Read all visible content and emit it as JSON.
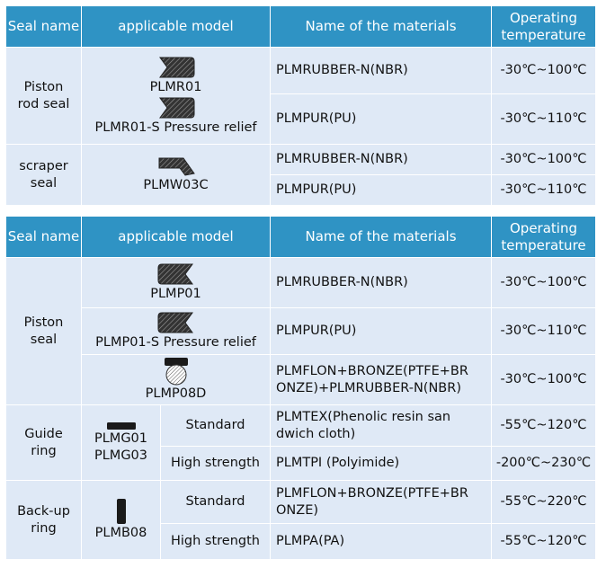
{
  "header": {
    "seal_name": "Seal name",
    "applicable_model": "applicable model",
    "materials": "Name of the materials",
    "temperature_line1": "Operating",
    "temperature_line2": "temperature"
  },
  "table1": {
    "piston_rod_seal": {
      "name_line1": "Piston",
      "name_line2": "rod seal",
      "model1": "PLMR01",
      "model2": "PLMR01-S Pressure relief",
      "rows": [
        {
          "material": "PLMRUBBER-N(NBR)",
          "temperature": "-30℃~100℃"
        },
        {
          "material": "PLMPUR(PU)",
          "temperature": "-30℃~110℃"
        }
      ]
    },
    "scraper_seal": {
      "name_line1": "scraper",
      "name_line2": "seal",
      "model": "PLMW03C",
      "rows": [
        {
          "material": "PLMRUBBER-N(NBR)",
          "temperature": "-30℃~100℃"
        },
        {
          "material": "PLMPUR(PU)",
          "temperature": "-30℃~110℃"
        }
      ]
    }
  },
  "table2": {
    "piston_seal": {
      "name_line1": "Piston",
      "name_line2": "seal",
      "model1": "PLMP01",
      "model2": "PLMP01-S Pressure relief",
      "model3": "PLMP08D",
      "rows": [
        {
          "material": "PLMRUBBER-N(NBR)",
          "temperature": "-30℃~100℃"
        },
        {
          "material": "PLMPUR(PU)",
          "temperature": "-30℃~110℃"
        },
        {
          "material_line1": "PLMFLON+BRONZE(PTFE+BR",
          "material_line2": "ONZE)+PLMRUBBER-N(NBR)",
          "temperature": "-30℃~100℃"
        }
      ]
    },
    "guide_ring": {
      "name_line1": "Guide",
      "name_line2": "ring",
      "model_line1": "PLMG01",
      "model_line2": "PLMG03",
      "rows": [
        {
          "variant": "Standard",
          "material_line1": "PLMTEX(Phenolic resin san",
          "material_line2": "dwich cloth)",
          "temperature": "-55℃~120℃"
        },
        {
          "variant": "High strength",
          "material": "PLMTPI (Polyimide)",
          "temperature": "-200℃~230℃"
        }
      ]
    },
    "backup_ring": {
      "name_line1": "Back-up",
      "name_line2": "ring",
      "model": "PLMB08",
      "rows": [
        {
          "variant": "Standard",
          "material_line1": "PLMFLON+BRONZE(PTFE+BR",
          "material_line2": "ONZE)",
          "temperature": "-55℃~220℃"
        },
        {
          "variant": "High strength",
          "material": "PLMPA(PA)",
          "temperature": "-55℃~120℃"
        }
      ]
    }
  }
}
